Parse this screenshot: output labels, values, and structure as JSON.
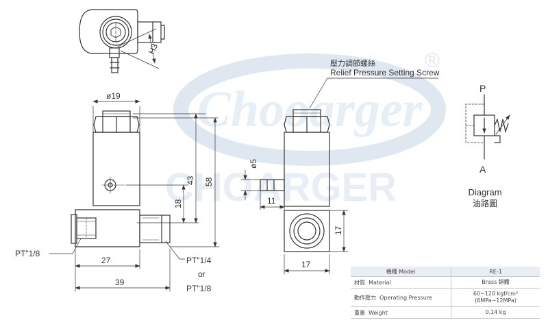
{
  "watermark": {
    "script_text": "Chooarger",
    "block_text": "CHOARGER",
    "registered_mark": "®"
  },
  "callout": {
    "title_zh": "壓力調節螺絲",
    "title_en": "Relief Pressure Setting Screw"
  },
  "dimensions": {
    "phi19": "ø19",
    "phi5": "ø5",
    "h3": "H3",
    "d43": "43",
    "d58": "58",
    "d18": "18",
    "d11": "11",
    "d17_side": "17",
    "d17_bottom": "17",
    "d27": "27",
    "d39": "39"
  },
  "ports": {
    "left": "PT\"1/8",
    "right_1": "PT\"1/4",
    "or": "or",
    "right_2": "PT\"1/8"
  },
  "symbol": {
    "port_p": "P",
    "port_a": "A",
    "label_en": "Diagram",
    "label_zh": "油路圖"
  },
  "spec_table": {
    "header": {
      "zh": "機種",
      "en": "Model",
      "value": "RE-1"
    },
    "rows": [
      {
        "zh": "材質",
        "en": "Material",
        "value_lines": [
          "Brass 銅體"
        ]
      },
      {
        "zh": "動作壓力",
        "en": "Operating Pressure",
        "value_lines": [
          "60~120 kgf/cm²",
          "(6MPa~12MPa)"
        ]
      },
      {
        "zh": "重量",
        "en": "Weight",
        "value_lines": [
          "0.14 kg"
        ]
      }
    ]
  }
}
